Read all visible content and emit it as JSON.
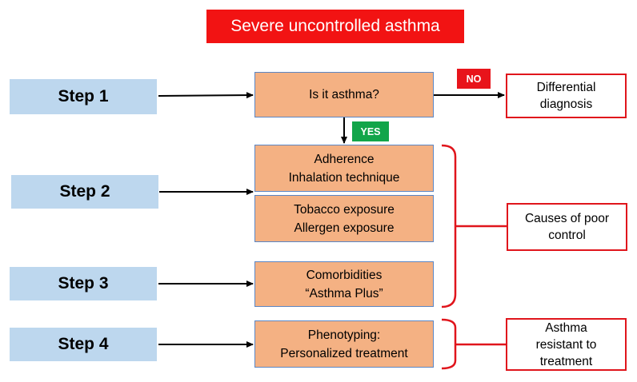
{
  "title": "Severe uncontrolled asthma",
  "steps": [
    "Step 1",
    "Step 2",
    "Step 3",
    "Step 4"
  ],
  "nodes": {
    "is_asthma": [
      "Is it asthma?"
    ],
    "adherence": [
      "Adherence",
      "Inhalation technique"
    ],
    "exposure": [
      "Tobacco exposure",
      "Allergen exposure"
    ],
    "comorbidities": [
      "Comorbidities",
      "“Asthma Plus”"
    ],
    "phenotyping": [
      "Phenotyping:",
      "Personalized treatment"
    ]
  },
  "outcomes": {
    "differential": [
      "Differential",
      "diagnosis"
    ],
    "poor_control": [
      "Causes of poor",
      "control"
    ],
    "resistant": [
      "Asthma",
      "resistant to",
      "treatment"
    ]
  },
  "tags": {
    "no": "NO",
    "yes": "YES"
  },
  "colors": {
    "title_bg": "#f21313",
    "step_bg": "#bdd7ee",
    "node_bg": "#f4b183",
    "node_border": "#5b86c4",
    "outcome_border": "#e0151c",
    "bracket": "#e0151c",
    "yes_bg": "#12a54a",
    "no_bg": "#e8141b"
  }
}
